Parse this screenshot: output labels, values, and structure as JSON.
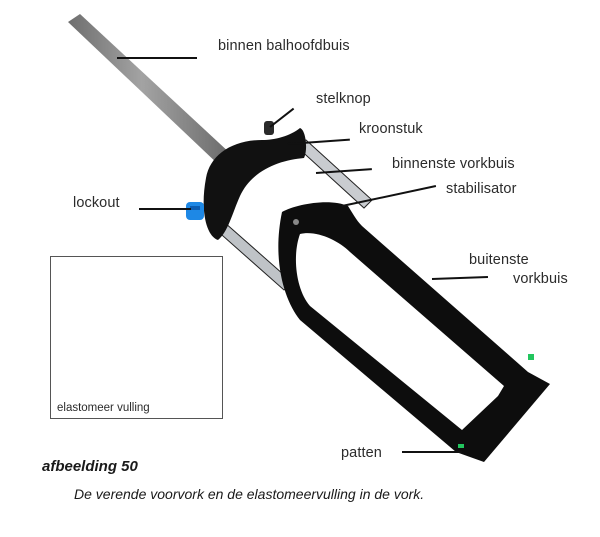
{
  "figure": {
    "title": "afbeelding 50",
    "caption": "De verende voorvork en de elastomeervulling in de vork."
  },
  "labels": {
    "steerer_tube": "binnen balhoofdbuis",
    "adjust_knob": "stelknop",
    "crown": "kroonstuk",
    "inner_fork_tube": "binnenste vorkbuis",
    "stabilizer": "stabilisator",
    "lockout": "lockout",
    "outer_fork_tube_line1": "buitenste",
    "outer_fork_tube_line2": "vorkbuis",
    "dropouts": "patten"
  },
  "inset": {
    "caption": "elastomeer vulling"
  },
  "colors": {
    "fork_body": "#0d0d0d",
    "steerer": "#8a8a8a",
    "stanchion": "#c9ccd0",
    "lockout_accent": "#1e88e5",
    "indicator_green": "#22c55e",
    "text": "#2b2b2b"
  }
}
